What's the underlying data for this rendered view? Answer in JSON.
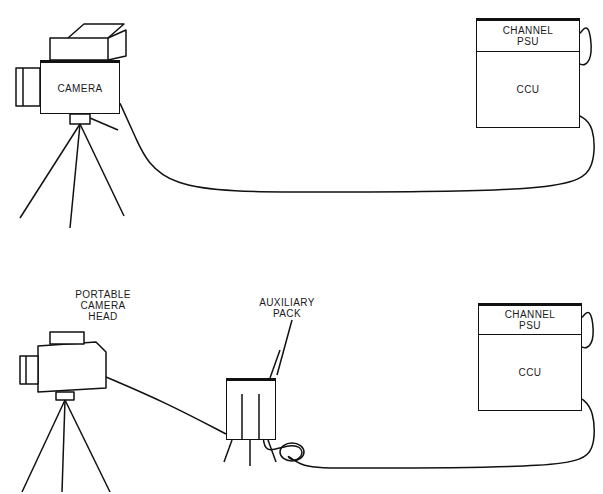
{
  "diagram": {
    "nodes": [
      {
        "text": [
          "CAMERA"
        ]
      },
      {
        "text": [
          "CHANNEL PSU"
        ]
      },
      {
        "text": [
          "CCU"
        ]
      },
      {
        "text": [
          "PORTABLE CAMERA HEAD"
        ]
      },
      {
        "text": [
          "AUXILIARY PACK"
        ]
      },
      {
        "text": [
          "CHANNEL PSU"
        ]
      },
      {
        "text": [
          "CCU"
        ]
      }
    ],
    "edges": [
      {
        "from": 0,
        "to": 2,
        "arrow": "none"
      },
      {
        "from": 1,
        "to": 2,
        "arrow": "none"
      },
      {
        "from": 3,
        "to": 4,
        "arrow": "none"
      },
      {
        "from": 4,
        "to": 6,
        "arrow": "none"
      },
      {
        "from": 5,
        "to": 6,
        "arrow": "none"
      }
    ]
  }
}
